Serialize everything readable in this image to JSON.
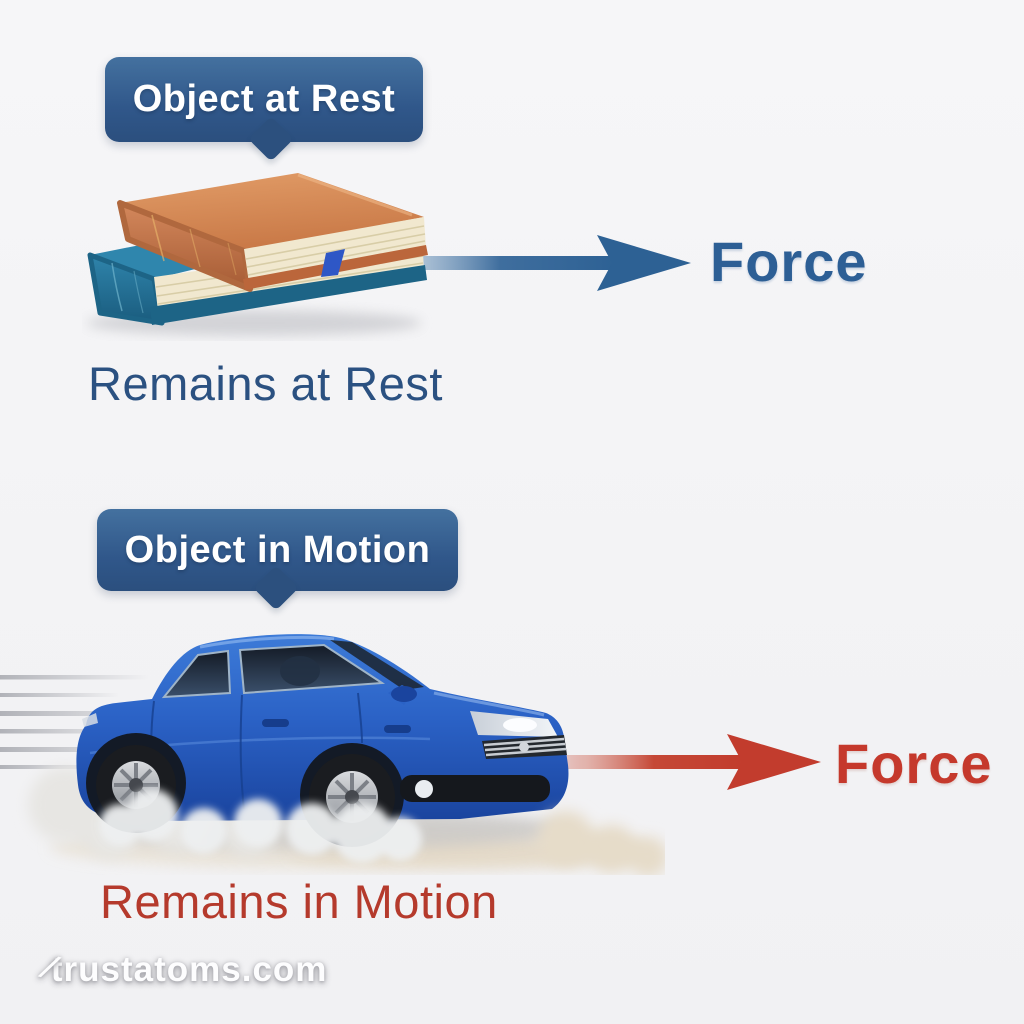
{
  "page": {
    "background": "#f4f4f6",
    "watermark_tick": "⁄",
    "watermark": "trustatoms.com"
  },
  "colors": {
    "bubble_blue_top": "#44719f",
    "bubble_blue_bottom": "#2b4f7e",
    "force_blue": "#2d5f95",
    "caption_blue": "#2b5181",
    "arrow_blue": "#2d6194",
    "force_red": "#c5392c",
    "caption_red": "#b53a2c",
    "arrow_red": "#c23c2d",
    "book_top_cover": "#cd7f52",
    "book_bottom_cover": "#27759a",
    "car_body_blue": "#2b62c6"
  },
  "sections": {
    "rest": {
      "bubble_label": "Object at Rest",
      "object": "stack of two books",
      "force_label": "Force",
      "caption": "Remains at Rest",
      "arrow_direction": "right"
    },
    "motion": {
      "bubble_label": "Object in Motion",
      "object": "blue car moving right with motion lines and dust",
      "force_label": "Force",
      "caption": "Remains in Motion",
      "arrow_direction": "right"
    }
  }
}
